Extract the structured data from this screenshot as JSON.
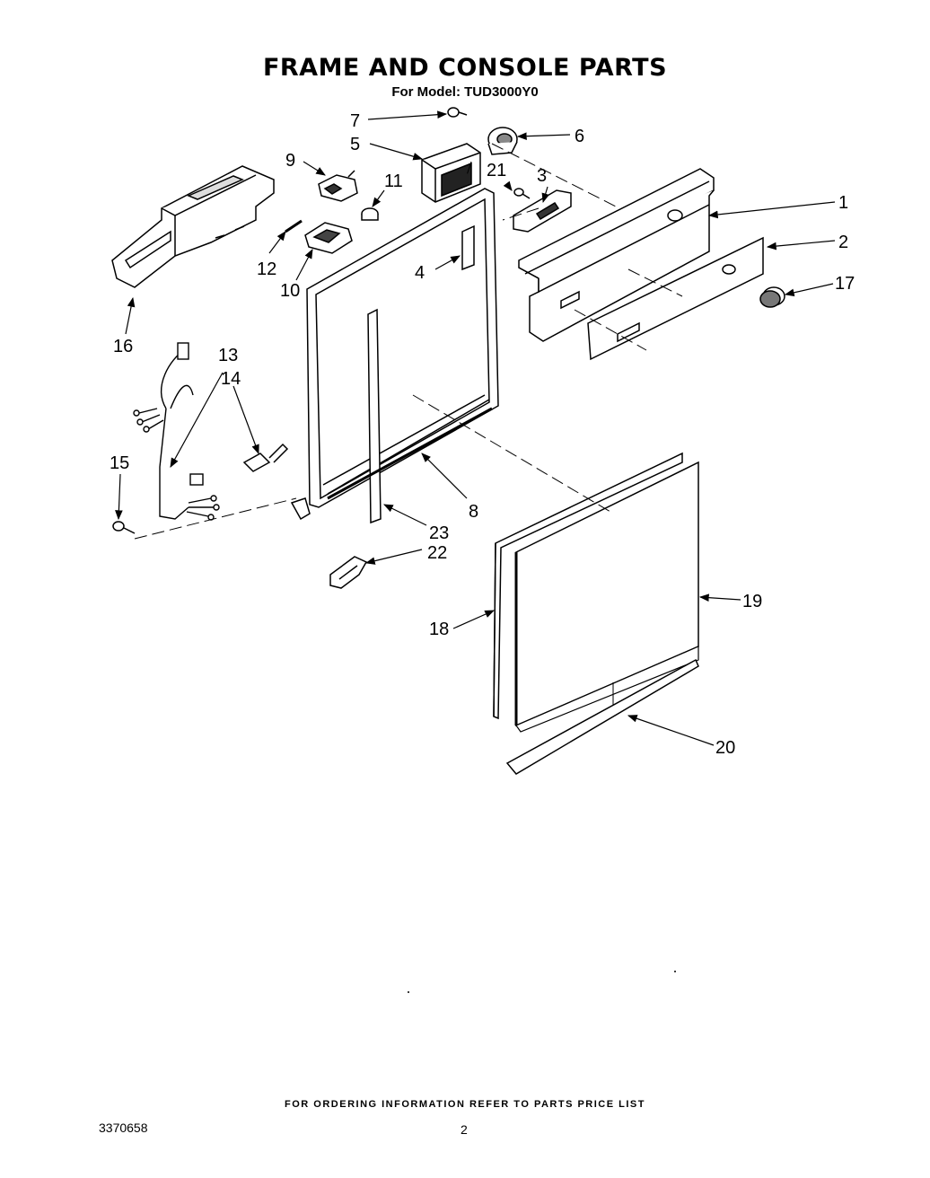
{
  "header": {
    "title": "FRAME AND CONSOLE PARTS",
    "model_line": "For Model: TUD3000Y0"
  },
  "callouts": [
    "1",
    "2",
    "3",
    "4",
    "5",
    "6",
    "7",
    "8",
    "9",
    "10",
    "11",
    "12",
    "13",
    "14",
    "15",
    "16",
    "17",
    "18",
    "19",
    "20",
    "21",
    "22",
    "23"
  ],
  "footer": {
    "ordering_note": "FOR ORDERING INFORMATION REFER TO PARTS PRICE LIST",
    "document_number": "3370658",
    "page_number": "2"
  }
}
